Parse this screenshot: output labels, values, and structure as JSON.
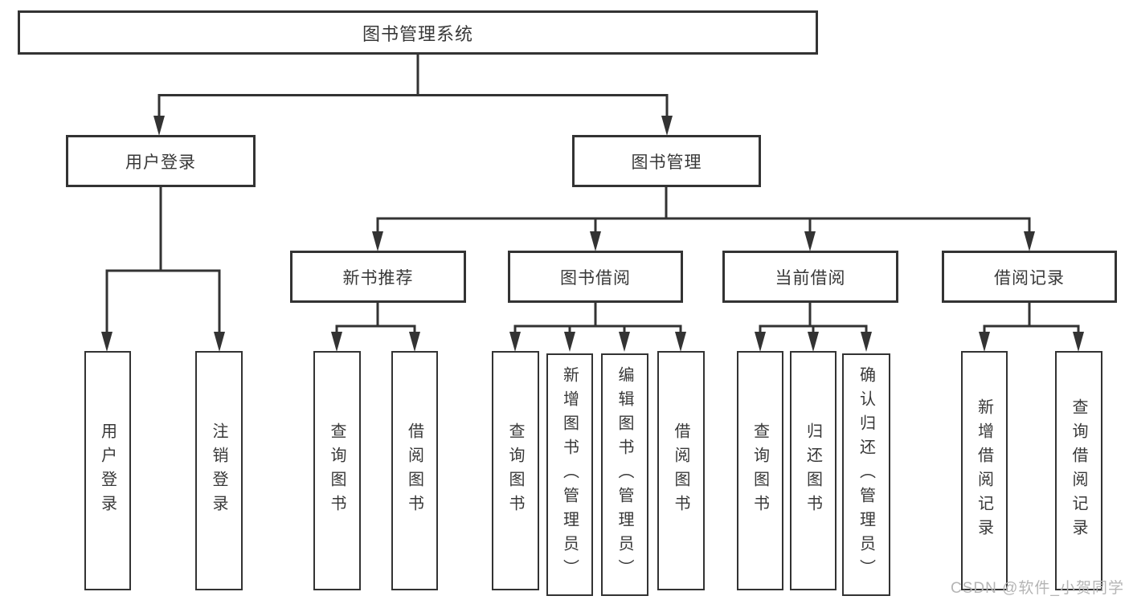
{
  "diagram_type": "hierarchy-tree",
  "title": "图书管理系统",
  "watermark": "CSDN @软件_小贺同学",
  "colors": {
    "line": "#333333",
    "text": "#383838",
    "bg": "#ffffff",
    "node-bg": "#ffffff",
    "watermark": "#b5b5b5"
  },
  "tree": {
    "label": "图书管理系统",
    "children": [
      {
        "label": "用户登录",
        "children": [
          {
            "label": "用户登录"
          },
          {
            "label": "注销登录"
          }
        ]
      },
      {
        "label": "图书管理",
        "children": [
          {
            "label": "新书推荐",
            "children": [
              {
                "label": "查询图书"
              },
              {
                "label": "借阅图书"
              }
            ]
          },
          {
            "label": "图书借阅",
            "children": [
              {
                "label": "查询图书"
              },
              {
                "label": "新增图书（管理员）"
              },
              {
                "label": "编辑图书（管理员）"
              },
              {
                "label": "借阅图书"
              }
            ]
          },
          {
            "label": "当前借阅",
            "children": [
              {
                "label": "查询图书"
              },
              {
                "label": "归还图书"
              },
              {
                "label": "确认归还（管理员）"
              }
            ]
          },
          {
            "label": "借阅记录",
            "children": [
              {
                "label": "新增借阅记录"
              },
              {
                "label": "查询借阅记录"
              }
            ]
          }
        ]
      }
    ]
  }
}
